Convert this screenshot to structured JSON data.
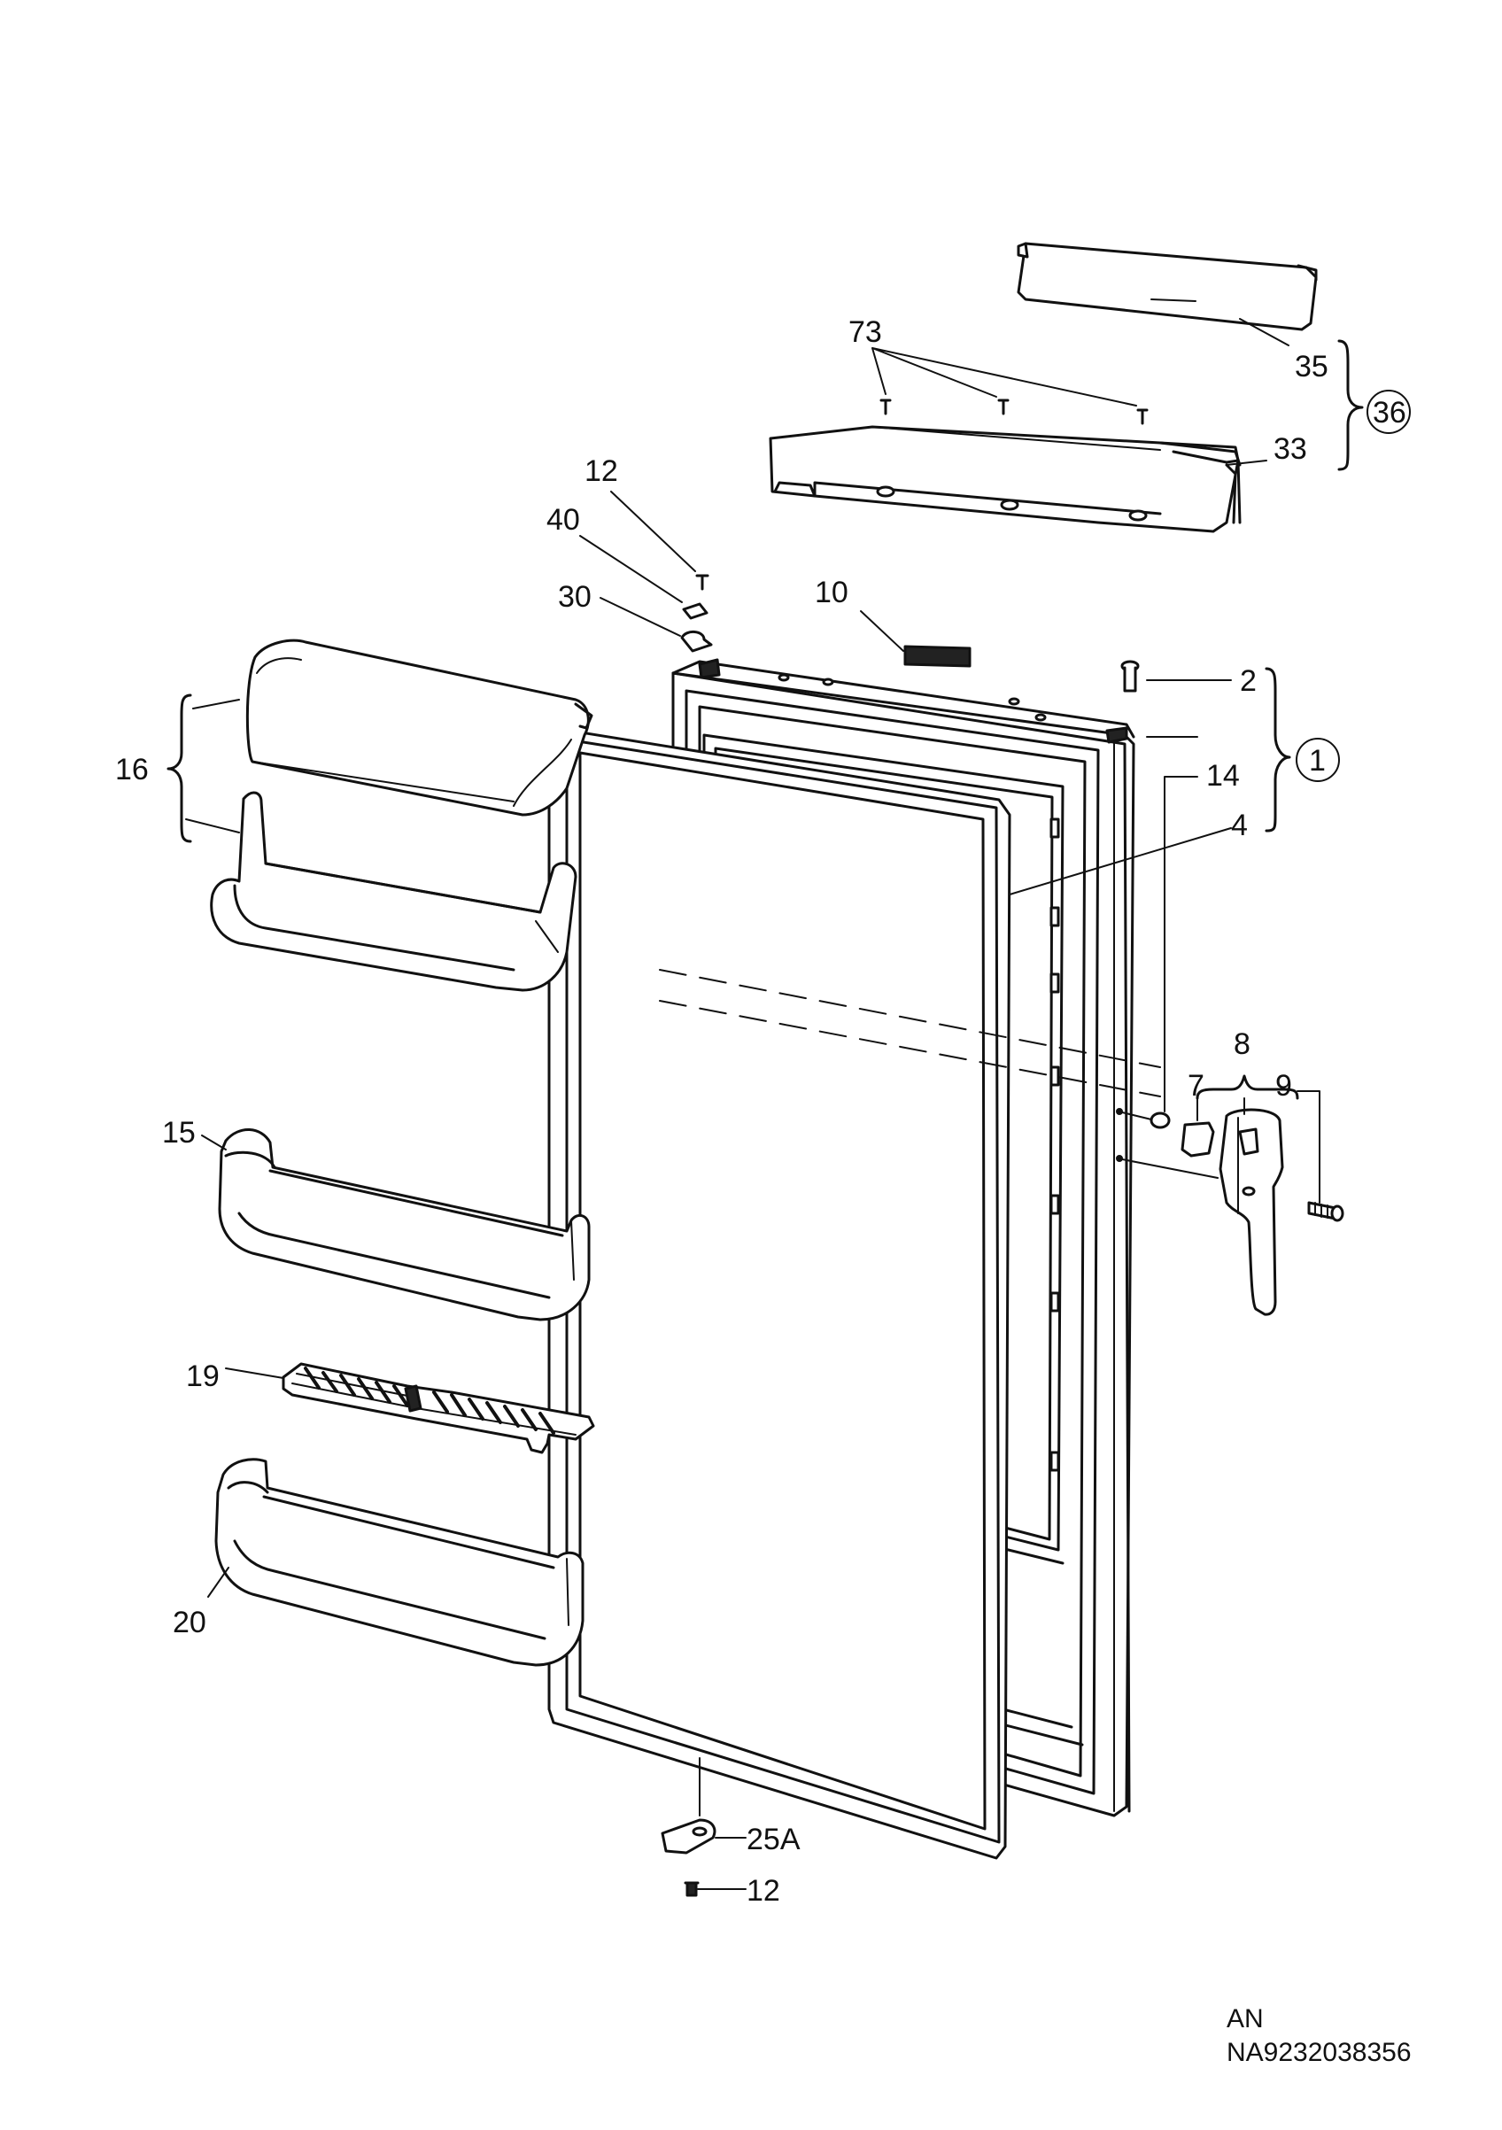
{
  "diagram": {
    "part_labels": {
      "p73": "73",
      "p35": "35",
      "p36": "36",
      "p33": "33",
      "p12_top": "12",
      "p40": "40",
      "p30": "30",
      "p10": "10",
      "p2": "2",
      "p1": "1",
      "p14": "14",
      "p4": "4",
      "p16": "16",
      "p8": "8",
      "p7": "7",
      "p9": "9",
      "p15": "15",
      "p19": "19",
      "p20": "20",
      "p25A": "25A",
      "p12_bottom": "12"
    },
    "footer": {
      "model_code": "AN",
      "drawing_number": "NA9232038356"
    }
  }
}
